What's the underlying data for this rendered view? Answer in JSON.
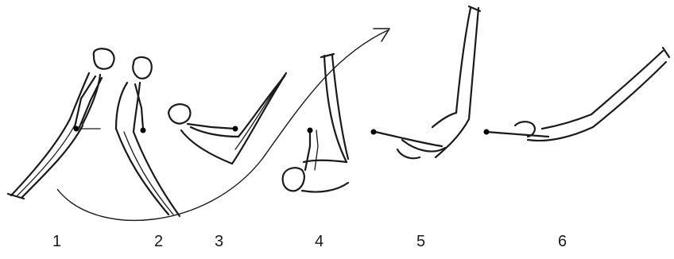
{
  "steps": [
    {
      "label": "1",
      "pose": "standing-lean"
    },
    {
      "label": "2",
      "pose": "upright-swing"
    },
    {
      "label": "3",
      "pose": "pike-legs-up"
    },
    {
      "label": "4",
      "pose": "inverted-tuck"
    },
    {
      "label": "5",
      "pose": "inverted-extension"
    },
    {
      "label": "6",
      "pose": "layout-release"
    }
  ],
  "colors": {
    "ink": "#1a1a1a",
    "background": "#ffffff"
  },
  "icons": {
    "grip": "bar-grip-dot",
    "trajectory": "arc-arrow"
  }
}
